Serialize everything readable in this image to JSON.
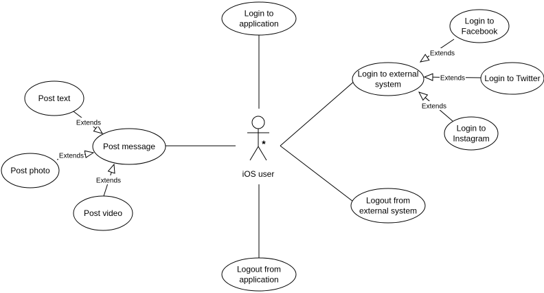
{
  "actor": {
    "name": "iOS user",
    "multiplicity": "*"
  },
  "use_cases": {
    "login_app": [
      "Login to",
      "application"
    ],
    "logout_app": [
      "Logout from",
      "application"
    ],
    "login_external": [
      "Login to external",
      "system"
    ],
    "logout_external": [
      "Logout from",
      "external system"
    ],
    "login_facebook": [
      "Login to",
      "Facebook"
    ],
    "login_twitter": [
      "Login to Twitter"
    ],
    "login_instagram": [
      "Login to",
      "Instagram"
    ],
    "post_message": [
      "Post message"
    ],
    "post_text": [
      "Post text"
    ],
    "post_photo": [
      "Post photo"
    ],
    "post_video": [
      "Post video"
    ]
  },
  "relations": {
    "extends_label": "Extends"
  }
}
